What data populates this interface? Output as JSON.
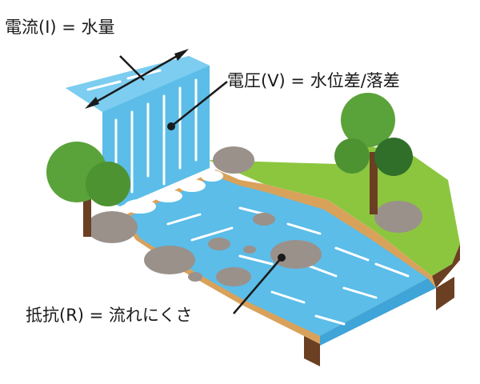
{
  "labels": {
    "current": "電流(I) = 水量",
    "voltage": "電圧(V) = 水位差/落差",
    "resistance": "抵抗(R) = 流れにくさ"
  },
  "colors": {
    "water": "#5bbde8",
    "water_dark": "#3fa4d8",
    "grass": "#8cc63f",
    "bank": "#d9a25b",
    "soil": "#6b3f22",
    "rock": "#9a918b",
    "tree": "#5aa23a"
  }
}
